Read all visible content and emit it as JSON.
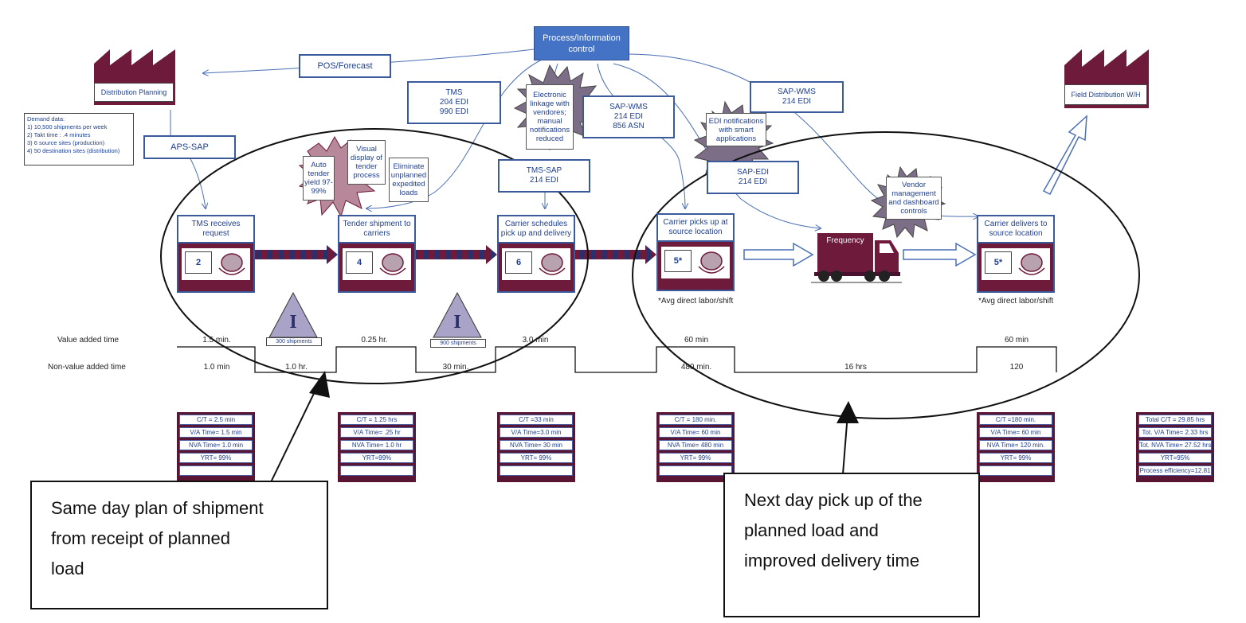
{
  "control": {
    "line1": "Process/Information",
    "line2": "control"
  },
  "factories": {
    "left_label": "Distribution Planning",
    "right_label": "Field Distribution W/H"
  },
  "info_boxes": {
    "pos_forecast": "POS/Forecast",
    "aps_sap": "APS-SAP",
    "tms_edi": {
      "l1": "TMS",
      "l2": "204 EDI",
      "l3": "990 EDI"
    },
    "sap_wms_mid": {
      "l1": "SAP-WMS",
      "l2": "214 EDI",
      "l3": "856 ASN"
    },
    "sap_wms_right": {
      "l1": "SAP-WMS",
      "l2": "214 EDI"
    },
    "tms_sap": {
      "l1": "TMS-SAP",
      "l2": "214 EDI"
    },
    "sap_edi": {
      "l1": "SAP-EDI",
      "l2": "214 EDI"
    }
  },
  "demand": {
    "title": "Demand data:",
    "lines": [
      "1) 10,500 shipments per week",
      "2) Takt time : .4 minutes",
      "3) 6 source sites (production)",
      "4) 50 destination sites (distribution)"
    ]
  },
  "bursts": {
    "auto_tender": {
      "l1": "Auto",
      "l2": "tender",
      "l3": "yield 97-",
      "l4": "99%"
    },
    "visual_display": {
      "l1": "Visual",
      "l2": "display of",
      "l3": "tender",
      "l4": "process"
    },
    "eliminate": {
      "l1": "Eliminate",
      "l2": "unplanned",
      "l3": "expedited",
      "l4": "loads"
    },
    "electronic": {
      "l1": "Electronic",
      "l2": "linkage with",
      "l3": "vendores;",
      "l4": "manual",
      "l5": "notifications",
      "l6": "reduced"
    },
    "edi_notif": {
      "l1": "EDI notifications",
      "l2": "with smart",
      "l3": "applications"
    },
    "vendor": {
      "l1": "Vendor",
      "l2": "management",
      "l3": "and dashboard",
      "l4": "controls"
    }
  },
  "processes": [
    {
      "title": "TMS receives request",
      "num": "2"
    },
    {
      "title": "Tender shipment to carriers",
      "num": "4"
    },
    {
      "title": "Carrier schedules pick up and delivery",
      "num": "6"
    },
    {
      "title": "Carrier picks up at source location",
      "num": "5*"
    },
    {
      "title": "Carrier delivers to source location",
      "num": "5*"
    }
  ],
  "avg_labor": "*Avg direct labor/shift",
  "truck_label": "Frequency",
  "inventory": [
    {
      "symbol": "I",
      "label": "300 shipments"
    },
    {
      "symbol": "I",
      "label": "900 shipments"
    }
  ],
  "timeline": {
    "va_label": "Value added time",
    "nva_label": "Non-value added time",
    "va": [
      "1.5 min.",
      "0.25 hr.",
      "3.0 min",
      "60 min",
      "60 min"
    ],
    "nva": [
      "1.0 min",
      "1.0 hr.",
      "30 min.",
      "480 min.",
      "16 hrs",
      "120"
    ]
  },
  "data_boxes": [
    {
      "rows": [
        "C/T = 2.5 min",
        "V/A Time= 1.5 min",
        "NVA Time= 1.0 min",
        "YRT= 99%",
        ""
      ]
    },
    {
      "rows": [
        "C/T = 1.25 hrs",
        "V/A Time= .25 hr",
        "NVA Time= 1.0 hr",
        "YRT=99%",
        ""
      ]
    },
    {
      "rows": [
        "C/T =33 min",
        "V/A Time=3.0 min",
        "NVA Time= 30 min",
        "YRT= 99%",
        ""
      ]
    },
    {
      "rows": [
        "C/T = 180 min.",
        "V/A Time=  60 min",
        "NVA Time= 480 min",
        "YRT= 99%",
        ""
      ]
    },
    {
      "rows": [
        "C/T =180 min.",
        "V/A Time= 60 min",
        "NVA Time=  120 min.",
        "YRT= 99%",
        ""
      ]
    },
    {
      "rows": [
        "Total C/T = 29.85 hrs",
        "Tot. V/A Time=  2.33 hrs",
        "Tot. NVA Time= 27.52 hrs",
        "YRT=95%",
        "Process efficiency=12.81"
      ]
    }
  ],
  "callouts": {
    "left": {
      "l1": "Same day plan of shipment",
      "l2": "from receipt of planned",
      "l3": "load"
    },
    "right": {
      "l1": "Next day pick up of the",
      "l2": "planned load and",
      "l3": "improved delivery time"
    }
  },
  "colors": {
    "process_fill": "#6e1a3a",
    "control_fill": "#4472c4",
    "arrow_blue": "#4a6fb5",
    "text_blue": "#1f3f8f"
  }
}
